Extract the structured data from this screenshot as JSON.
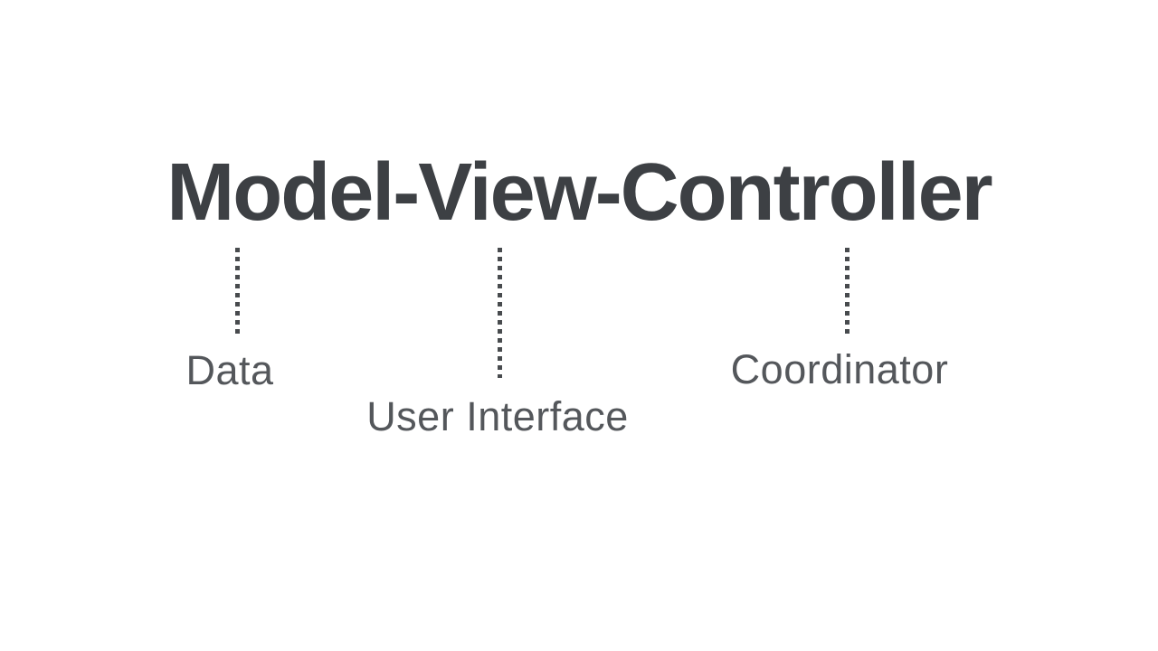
{
  "diagram": {
    "title": "Model-View-Controller",
    "annotations": [
      {
        "for_term": "Model",
        "label": "Data"
      },
      {
        "for_term": "View",
        "label": "User Interface"
      },
      {
        "for_term": "Controller",
        "label": "Coordinator"
      }
    ],
    "colors": {
      "background": "#ffffff",
      "title_text": "#3d4044",
      "annotation_text": "#54575b",
      "connector_dots": "#484b4e"
    }
  }
}
